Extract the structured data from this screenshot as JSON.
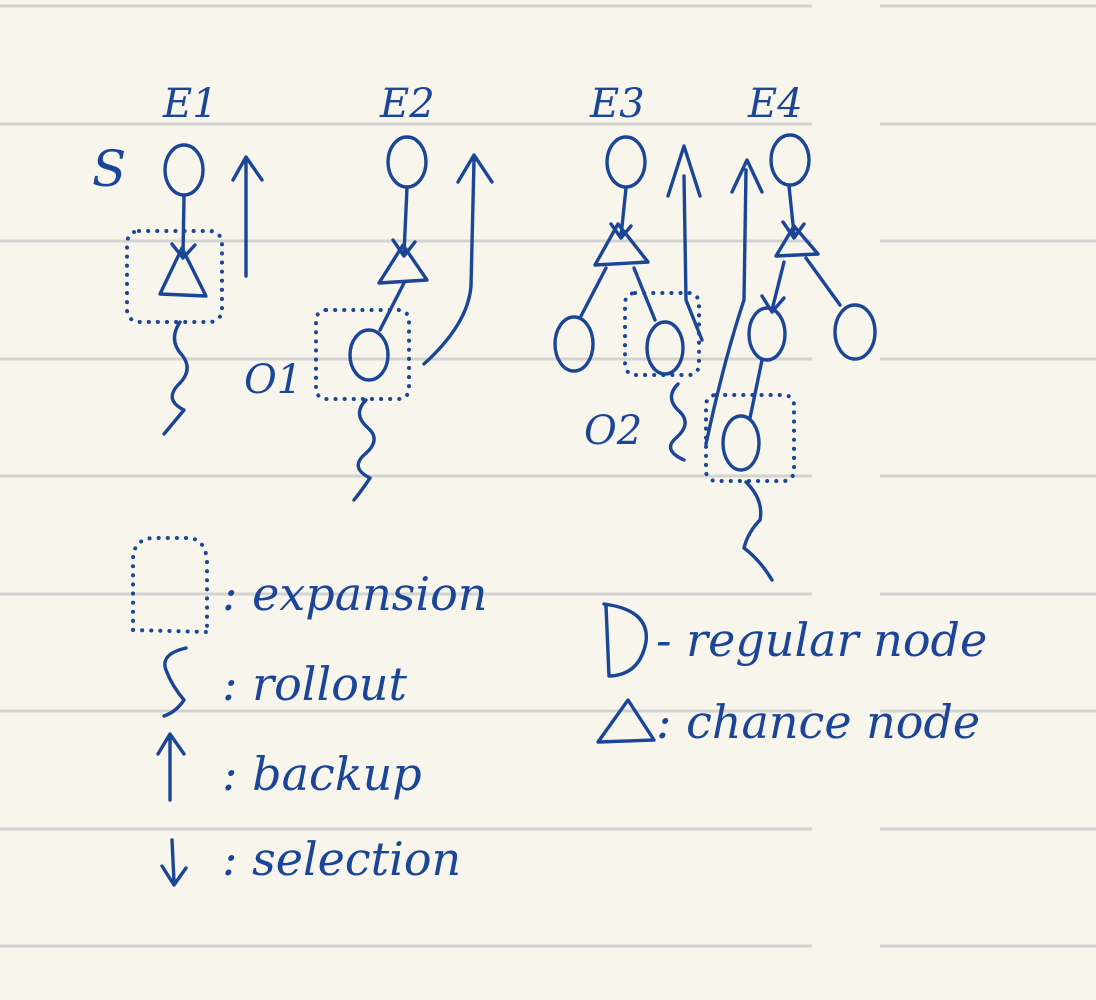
{
  "colors": {
    "paper": "#f8f6ec",
    "ruling": "#d2d2d0",
    "ink": "#1b4596"
  },
  "episodes": {
    "e1": "E1",
    "e2": "E2",
    "e3": "E3",
    "e4": "E4"
  },
  "annotations": {
    "start": "S",
    "o1": "O1",
    "o2": "O2"
  },
  "legend": {
    "expansion": ": expansion",
    "rollout": ": rollout",
    "backup": ": backup",
    "selection": ": selection",
    "regular_node": "- regular node",
    "chance_node": ": chance node"
  }
}
